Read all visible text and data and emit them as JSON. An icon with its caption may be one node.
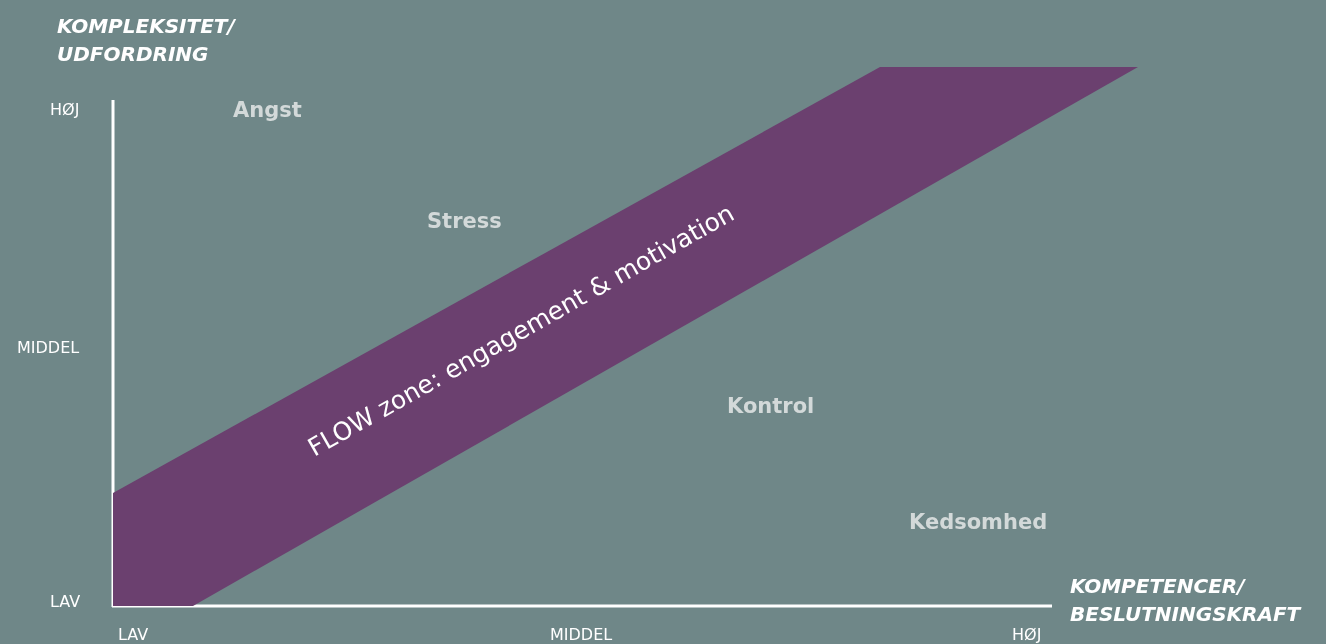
{
  "diagram": {
    "nodes": [
      {
        "text": [
          "FLOW zone: engagement & motivation"
        ]
      }
    ],
    "edges": [],
    "labels": [
      "KOMPLEKSITET/ UDFORDRING",
      "HØJ",
      "Angst",
      "Stress",
      "MIDDEL",
      "Kontrol",
      "Kedsomhed",
      "LAV",
      "KOMPETENCER/ BESLUTNINGSKRAFT",
      "LAV",
      "MIDDEL",
      "HØJ"
    ]
  }
}
